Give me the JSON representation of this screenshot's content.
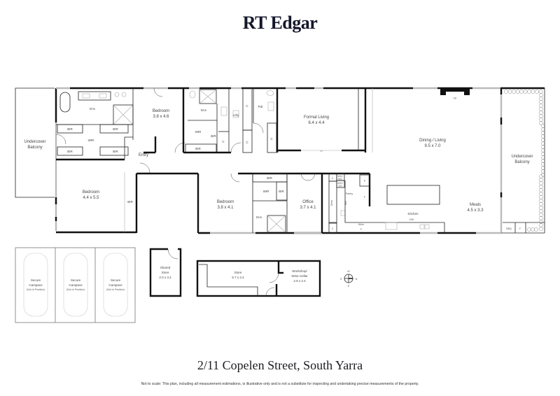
{
  "brand": "RT Edgar",
  "address": "2/11 Copelen Street, South Yarra",
  "disclaimer": "Not to scale: This plan, including all measurement estimations, is illustrative only and is not a substitute for inspecting and undertaking precise measurements of the property.",
  "rooms": {
    "balcony_west": {
      "name": "Undercover",
      "name2": "Balcony"
    },
    "ens_master": {
      "name": "Ens"
    },
    "bir1": {
      "name": "BIR"
    },
    "bir2": {
      "name": "BIR"
    },
    "bir3": {
      "name": "BIR"
    },
    "bir4": {
      "name": "BIR"
    },
    "wir_master": {
      "name": "WIR"
    },
    "bedroom_master": {
      "name": "Bedroom",
      "size": "4.4 x 5.5"
    },
    "bir_master_side": {
      "name": "BIR"
    },
    "bedroom2": {
      "name": "Bedroom",
      "size": "3.8 x 4.6"
    },
    "entry": {
      "name": "Entry"
    },
    "ens2": {
      "name": "Ens"
    },
    "wir2": {
      "name": "WIR"
    },
    "bir5": {
      "name": "BIR"
    },
    "bir6": {
      "name": "BIR"
    },
    "c1": {
      "name": "C"
    },
    "ldry": {
      "name": "Ldry"
    },
    "c2": {
      "name": "C"
    },
    "c3": {
      "name": "C"
    },
    "pdr": {
      "name": "Pdr"
    },
    "c4": {
      "name": "C"
    },
    "formal_living": {
      "name": "Formal Living",
      "size": "6.4 x 4.4"
    },
    "dining_living": {
      "name": "Dining / Living",
      "size": "9.5 x 7.0"
    },
    "fp": {
      "name": "FP"
    },
    "balcony_east": {
      "name": "Undercover",
      "name2": "Balcony"
    },
    "bbq": {
      "name": "BBQ"
    },
    "fridge_balcony": {
      "name": "F"
    },
    "bedroom3": {
      "name": "Bedroom",
      "size": "3.8 x 4.1"
    },
    "bir7": {
      "name": "BIR"
    },
    "wir3": {
      "name": "WIR"
    },
    "bir8": {
      "name": "BIR"
    },
    "ens3": {
      "name": "Ens"
    },
    "office": {
      "name": "Office",
      "size": "3.7 x 4.1"
    },
    "c5": {
      "name": "C"
    },
    "c6": {
      "name": "C"
    },
    "desk": {
      "name": "Desk"
    },
    "wo_mo1": {
      "name": "WO/",
      "name2": "MO"
    },
    "wo_so": {
      "name": "WO/",
      "name2": "SO"
    },
    "pantry": {
      "name": "Pantry"
    },
    "wo_label": {
      "name": "WO"
    },
    "p": {
      "name": "P"
    },
    "f_pantry": {
      "name": "F"
    },
    "kitchen": {
      "name": "Kitchen"
    },
    "dw": {
      "name": "DW"
    },
    "wine": {
      "name": "Wine"
    },
    "wine_f": {
      "name": "F"
    },
    "meals": {
      "name": "Meals",
      "size": "4.5 x 3.3"
    }
  },
  "carspaces": [
    {
      "name": "Secure",
      "name2": "Carspace",
      "note": "(Not In Position)"
    },
    {
      "name": "Secure",
      "name2": "Carspace",
      "note": "(Not In Position)"
    },
    {
      "name": "Secure",
      "name2": "Carspace",
      "note": "(Not In Position)"
    }
  ],
  "shared_store": {
    "name": "Shared",
    "name2": "Store",
    "size": "2.0 x 3.4"
  },
  "store": {
    "name": "Store",
    "size": "5.7  x 2.4"
  },
  "workshop": {
    "name": "Workshop/",
    "name2": "Wine Cellar",
    "size": "2.9 x 2.4"
  },
  "compass": {
    "n": "N",
    "s": "S",
    "e": "E",
    "w": "W"
  }
}
